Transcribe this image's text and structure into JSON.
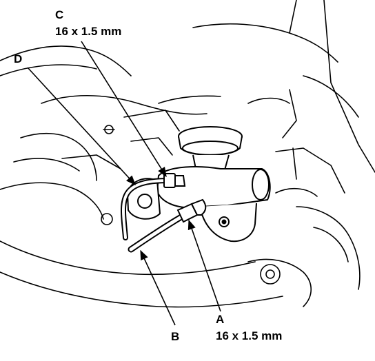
{
  "callouts": {
    "a": {
      "letter": "A",
      "spec": "16 x 1.5 mm"
    },
    "b": {
      "letter": "B"
    },
    "c": {
      "letter": "C",
      "spec": "16 x 1.5 mm"
    },
    "d": {
      "letter": "D"
    }
  },
  "colors": {
    "ink": "#000000",
    "paper": "#ffffff"
  }
}
